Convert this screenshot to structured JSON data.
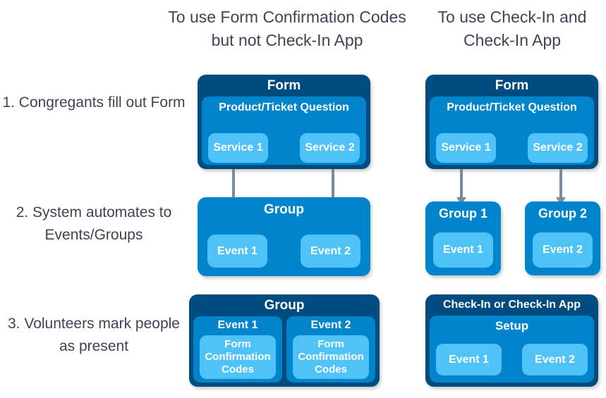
{
  "columns": [
    {
      "id": "left",
      "header": "To use Form Confirmation Codes but not Check-In App"
    },
    {
      "id": "right",
      "header": "To use Check-In and Check-In App"
    }
  ],
  "rows": [
    {
      "id": "row1",
      "label": "1. Congregants fill out Form"
    },
    {
      "id": "row2",
      "label": "2. System automates to Events/Groups"
    },
    {
      "id": "row3",
      "label": "3. Volunteers mark people as present"
    }
  ],
  "left_column": {
    "row1": {
      "outer_title": "Form",
      "inner_title": "Product/Ticket Question",
      "pills": [
        "Service 1",
        "Service 2"
      ]
    },
    "row2": {
      "outer_title": "Group",
      "pills": [
        "Event 1",
        "Event 2"
      ]
    },
    "row3": {
      "outer_title": "Group",
      "events": [
        {
          "title": "Event 1",
          "pill": "Form Confirmation Codes"
        },
        {
          "title": "Event 2",
          "pill": "Form Confirmation Codes"
        }
      ]
    }
  },
  "right_column": {
    "row1": {
      "outer_title": "Form",
      "inner_title": "Product/Ticket Question",
      "pills": [
        "Service 1",
        "Service 2"
      ]
    },
    "row2": {
      "groups": [
        {
          "title": "Group 1",
          "pill": "Event 1"
        },
        {
          "title": "Group 2",
          "pill": "Event 2"
        }
      ]
    },
    "row3": {
      "outer_title": "Check-In or Check-In App",
      "inner_title": "Setup",
      "pills": [
        "Event 1",
        "Event 2"
      ]
    }
  },
  "colors": {
    "level_dark": "#004C7F",
    "level_mid": "#0084CC",
    "level_light": "#4FC3F7",
    "text_dark": "#3C4455",
    "arrow": "#7B8A9E",
    "background": "#FFFFFF"
  }
}
